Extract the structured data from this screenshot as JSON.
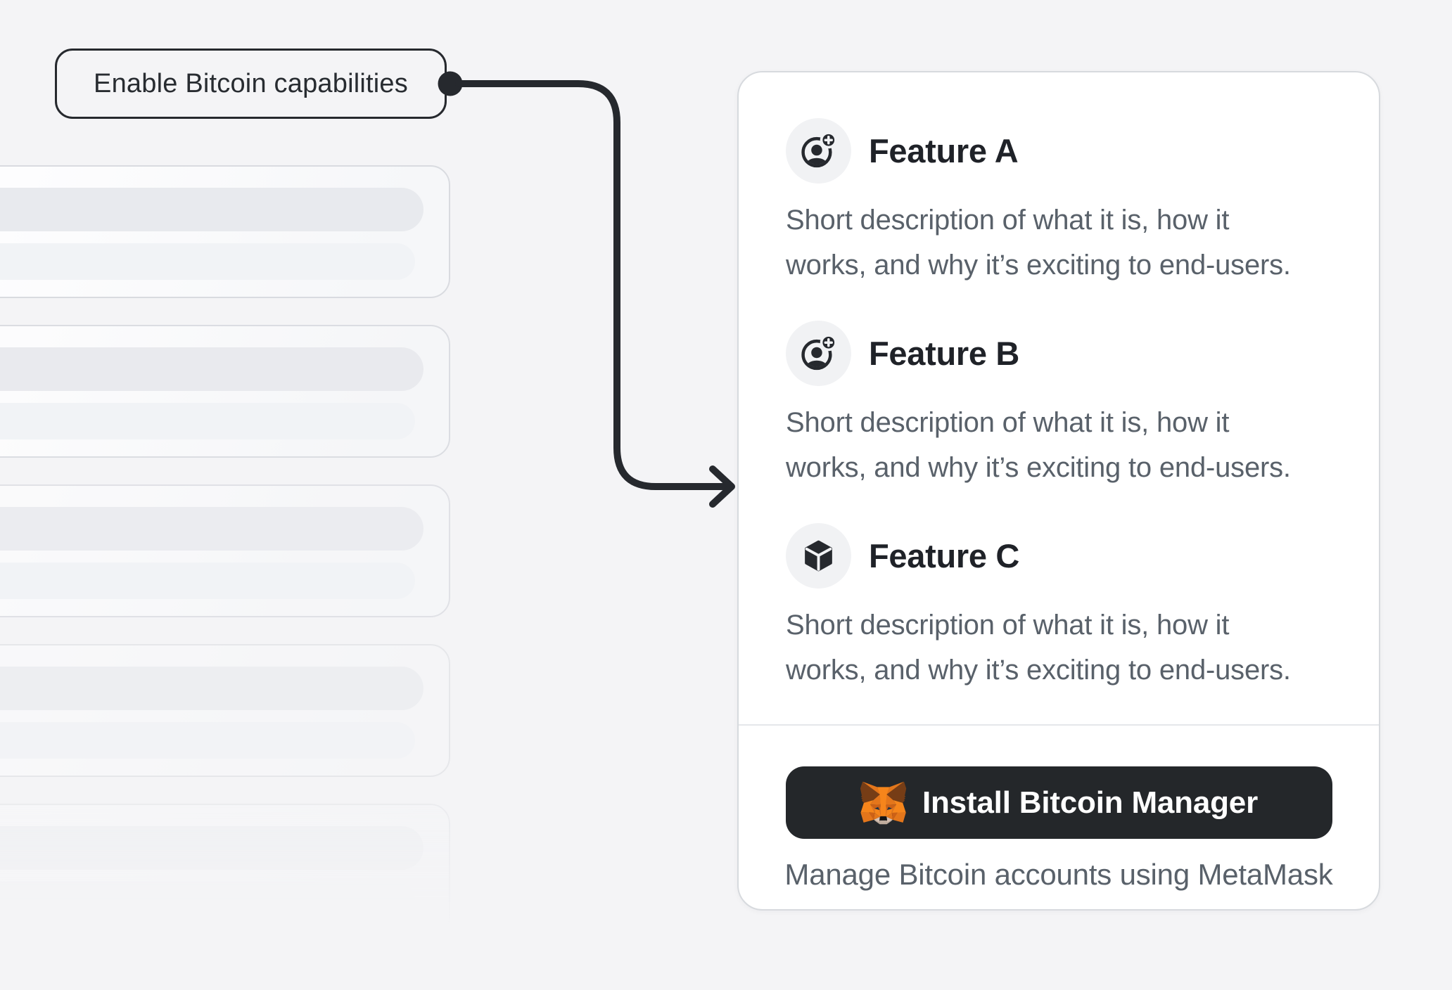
{
  "callout": {
    "label": "Enable Bitcoin capabilities"
  },
  "colors": {
    "background": "#f4f4f6",
    "ink": "#26292e",
    "heading_text": "#1f2228",
    "body_text": "#59616a",
    "card_border": "#d7dade",
    "divider": "#e5e7ea",
    "icon_circle_bg": "#f1f2f4",
    "button_bg": "#24272a",
    "button_text": "#ffffff",
    "fox_orange": "#f6851b"
  },
  "skeleton": {
    "card_count": 5,
    "pills_per_card": 2
  },
  "features": [
    {
      "title": "Feature A",
      "icon": "user-add-icon",
      "description_lines": [
        "Short description of what it is, how it",
        "works, and why it’s exciting to end-users."
      ]
    },
    {
      "title": "Feature B",
      "icon": "user-add-icon",
      "description_lines": [
        "Short description of what it is, how it",
        "works, and why it’s exciting to end-users."
      ]
    },
    {
      "title": "Feature C",
      "icon": "cube-icon",
      "description_lines": [
        "Short description of what it is, how it",
        "works, and why it’s exciting to end-users."
      ]
    }
  ],
  "footer": {
    "install_button_label": "Install Bitcoin Manager",
    "caption": "Manage Bitcoin accounts using MetaMask"
  }
}
